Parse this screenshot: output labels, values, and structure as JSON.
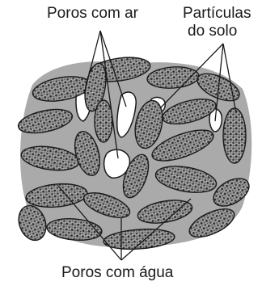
{
  "labels": {
    "air_pores": "Poros com ar",
    "soil_particles_line1": "Partículas",
    "soil_particles_line2": "do solo",
    "water_pores": "Poros com água"
  },
  "colors": {
    "particle_fill": "#8d8d8d",
    "particle_outline": "#1a1a1a",
    "particle_texture": "#3a3a3a",
    "water_film": "#aaaaaa",
    "air_pore": "#ffffff",
    "leader_line": "#1a1a1a"
  }
}
